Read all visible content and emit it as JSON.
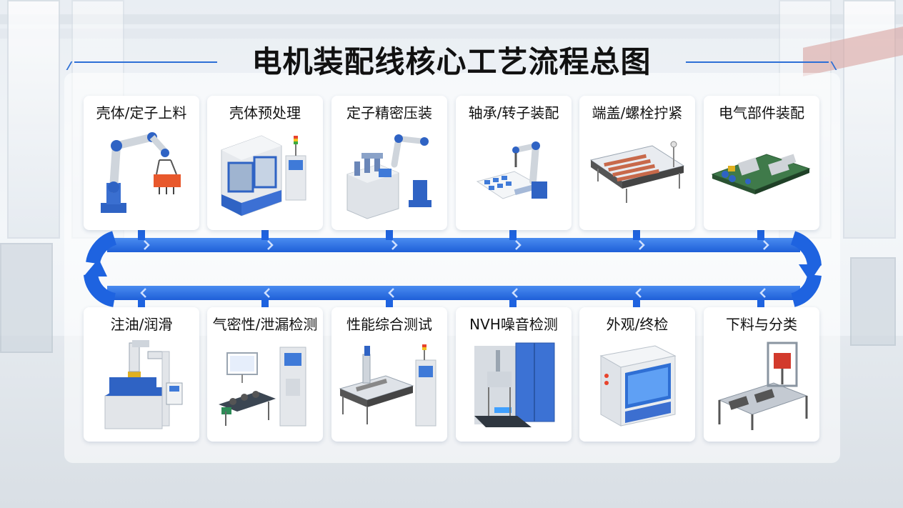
{
  "title": "电机装配线核心工艺流程总图",
  "colors": {
    "accent": "#1e6be6",
    "accent_light": "#4a8cf0",
    "machine_blue": "#2f63c4",
    "machine_gray": "#dfe3e8"
  },
  "steps_top": [
    {
      "label": "壳体/定子上料",
      "icon": "robot-arm-loading-icon"
    },
    {
      "label": "壳体预处理",
      "icon": "cnc-machine-icon"
    },
    {
      "label": "定子精密压装",
      "icon": "press-station-robot-icon"
    },
    {
      "label": "轴承/转子装配",
      "icon": "robot-assembly-icon"
    },
    {
      "label": "端盖/螺栓拧紧",
      "icon": "tightening-conveyor-icon"
    },
    {
      "label": "电气部件装配",
      "icon": "circuit-board-icon"
    }
  ],
  "steps_bottom": [
    {
      "label": "注油/润滑",
      "icon": "lubrication-machine-icon"
    },
    {
      "label": "气密性/泄漏检测",
      "icon": "leak-test-station-icon"
    },
    {
      "label": "性能综合测试",
      "icon": "performance-test-bench-icon"
    },
    {
      "label": "NVH噪音检测",
      "icon": "nvh-chamber-icon"
    },
    {
      "label": "外观/终检",
      "icon": "inspection-cabinet-icon"
    },
    {
      "label": "下料与分类",
      "icon": "unloading-sorting-icon"
    }
  ]
}
